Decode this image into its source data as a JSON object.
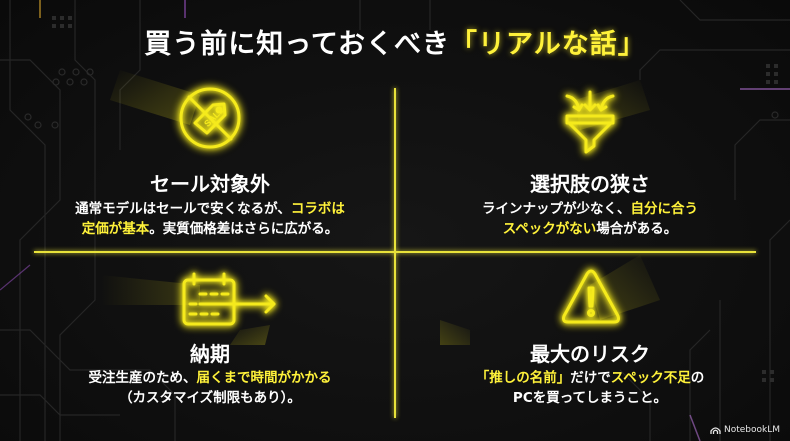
{
  "slide": {
    "title_prefix": "買う前に知っておくべき",
    "title_highlight": "「リアルな話」",
    "accent_color": "#fff23a",
    "background_color": "#0e0e0e"
  },
  "quadrants": [
    {
      "icon": "no-sale-tag-icon",
      "title": "セール対象外",
      "line1_a": "通常モデルはセールで安くなるが、",
      "line1_hl": "コラボは",
      "line2_hl": "定価が基本",
      "line2_b": "。実質価格差はさらに広がる。"
    },
    {
      "icon": "funnel-icon",
      "title": "選択肢の狭さ",
      "line1_a": "ラインナップが少なく、",
      "line1_hl": "自分に合う",
      "line2_hl": "スペックがない",
      "line2_b": "場合がある。"
    },
    {
      "icon": "calendar-arrow-icon",
      "title": "納期",
      "line1_a": "受注生産のため、",
      "line1_hl": "届くまで時間がかかる",
      "line2": "（カスタマイズ制限もあり）。"
    },
    {
      "icon": "warning-icon",
      "title": "最大のリスク",
      "line1_hl_a": "「推しの名前」",
      "line1_b": "だけで",
      "line1_hl_c": "スペック不足",
      "line1_d": "の",
      "line2": "PCを買ってしまうこと。"
    }
  ],
  "branding": {
    "label": "NotebookLM"
  }
}
